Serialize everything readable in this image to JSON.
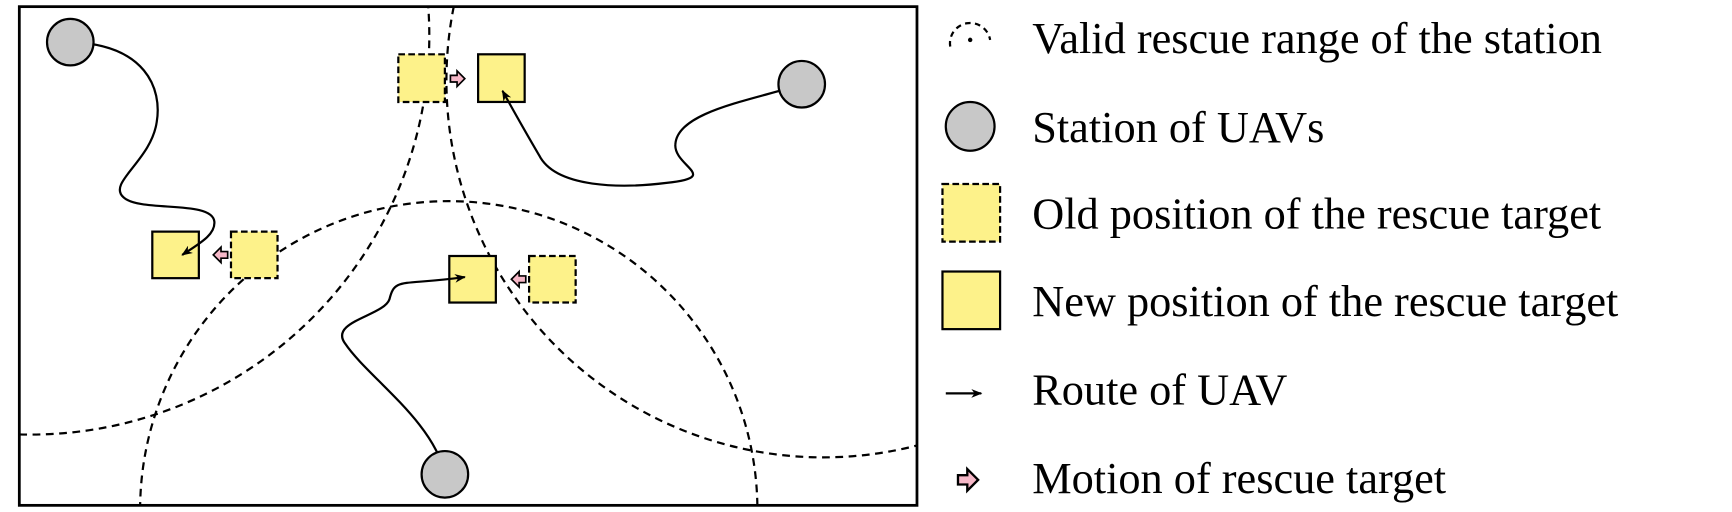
{
  "legend": {
    "items": [
      {
        "icon": "dashed-circle-icon",
        "label": "Valid rescue range of the station"
      },
      {
        "icon": "gray-circle-icon",
        "label": "Station of UAVs"
      },
      {
        "icon": "dashed-yellow-square-icon",
        "label": "Old position of the rescue target"
      },
      {
        "icon": "solid-yellow-square-icon",
        "label": "New position of the rescue target"
      },
      {
        "icon": "black-arrow-icon",
        "label": "Route of UAV"
      },
      {
        "icon": "pink-arrow-icon",
        "label": "Motion of rescue target"
      }
    ]
  },
  "colors": {
    "station": "#c8c8c8",
    "target": "#fdf28a",
    "motion_arrow": "#f6b8c8",
    "line": "#000000"
  }
}
